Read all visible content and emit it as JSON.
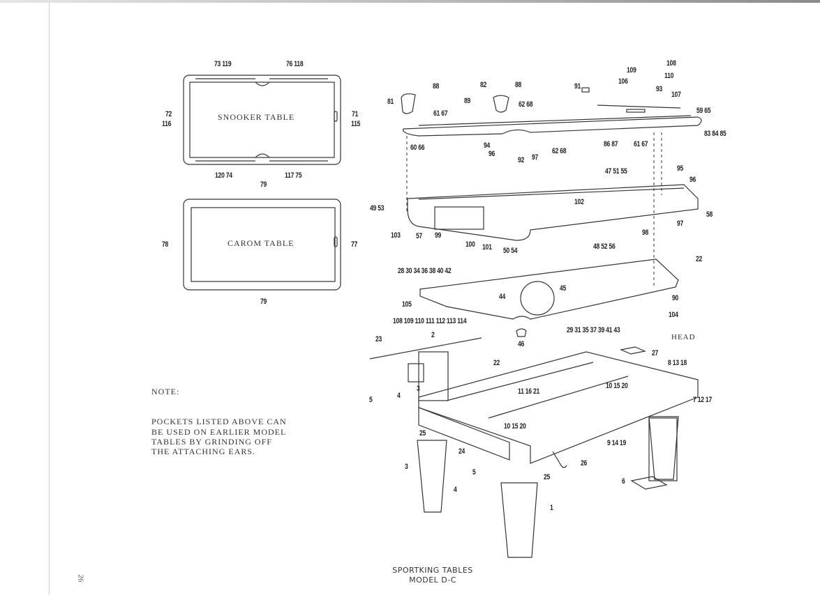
{
  "page_number": "26",
  "footer": {
    "line1": "SPORTKING TABLES",
    "line2": "MODEL D-C"
  },
  "note": {
    "heading": "NOTE:",
    "lines": [
      "POCKETS LISTED ABOVE CAN",
      "BE USED ON EARLIER MODEL",
      "TABLES BY GRINDING OFF",
      "THE ATTACHING EARS."
    ]
  },
  "snooker": {
    "title": "SNOOKER TABLE",
    "labels": [
      "73 119",
      "76 118",
      "72",
      "116",
      "71",
      "115",
      "120 74",
      "117 75"
    ]
  },
  "carom": {
    "title": "CAROM TABLE",
    "labels": [
      "79",
      "78",
      "77",
      "79"
    ]
  },
  "head_label": "HEAD",
  "part_labels": [
    "108",
    "109",
    "110",
    "106",
    "93",
    "107",
    "91",
    "82",
    "88",
    "88",
    "81",
    "89",
    "62 68",
    "61 67",
    "59 65",
    "83 84 85",
    "60 66",
    "94",
    "96",
    "92",
    "97",
    "62 68",
    "86 87",
    "61 67",
    "47 51 55",
    "95",
    "96",
    "102",
    "49 53",
    "58",
    "97",
    "98",
    "103",
    "57",
    "99",
    "100",
    "101",
    "50 54",
    "48 52 56",
    "22",
    "28 30 34 36 38 40 42",
    "45",
    "44",
    "90",
    "105",
    "104",
    "108 109 110 111 112 113 114",
    "29 31 35 37 39 41 43",
    "46",
    "23",
    "2",
    "27",
    "8 13 18",
    "22",
    "11 16 21",
    "10 15 20",
    "7 12 17",
    "5",
    "4",
    "3",
    "10 15 20",
    "9 14 19",
    "25",
    "24",
    "26",
    "3",
    "5",
    "25",
    "4",
    "6",
    "1"
  ]
}
